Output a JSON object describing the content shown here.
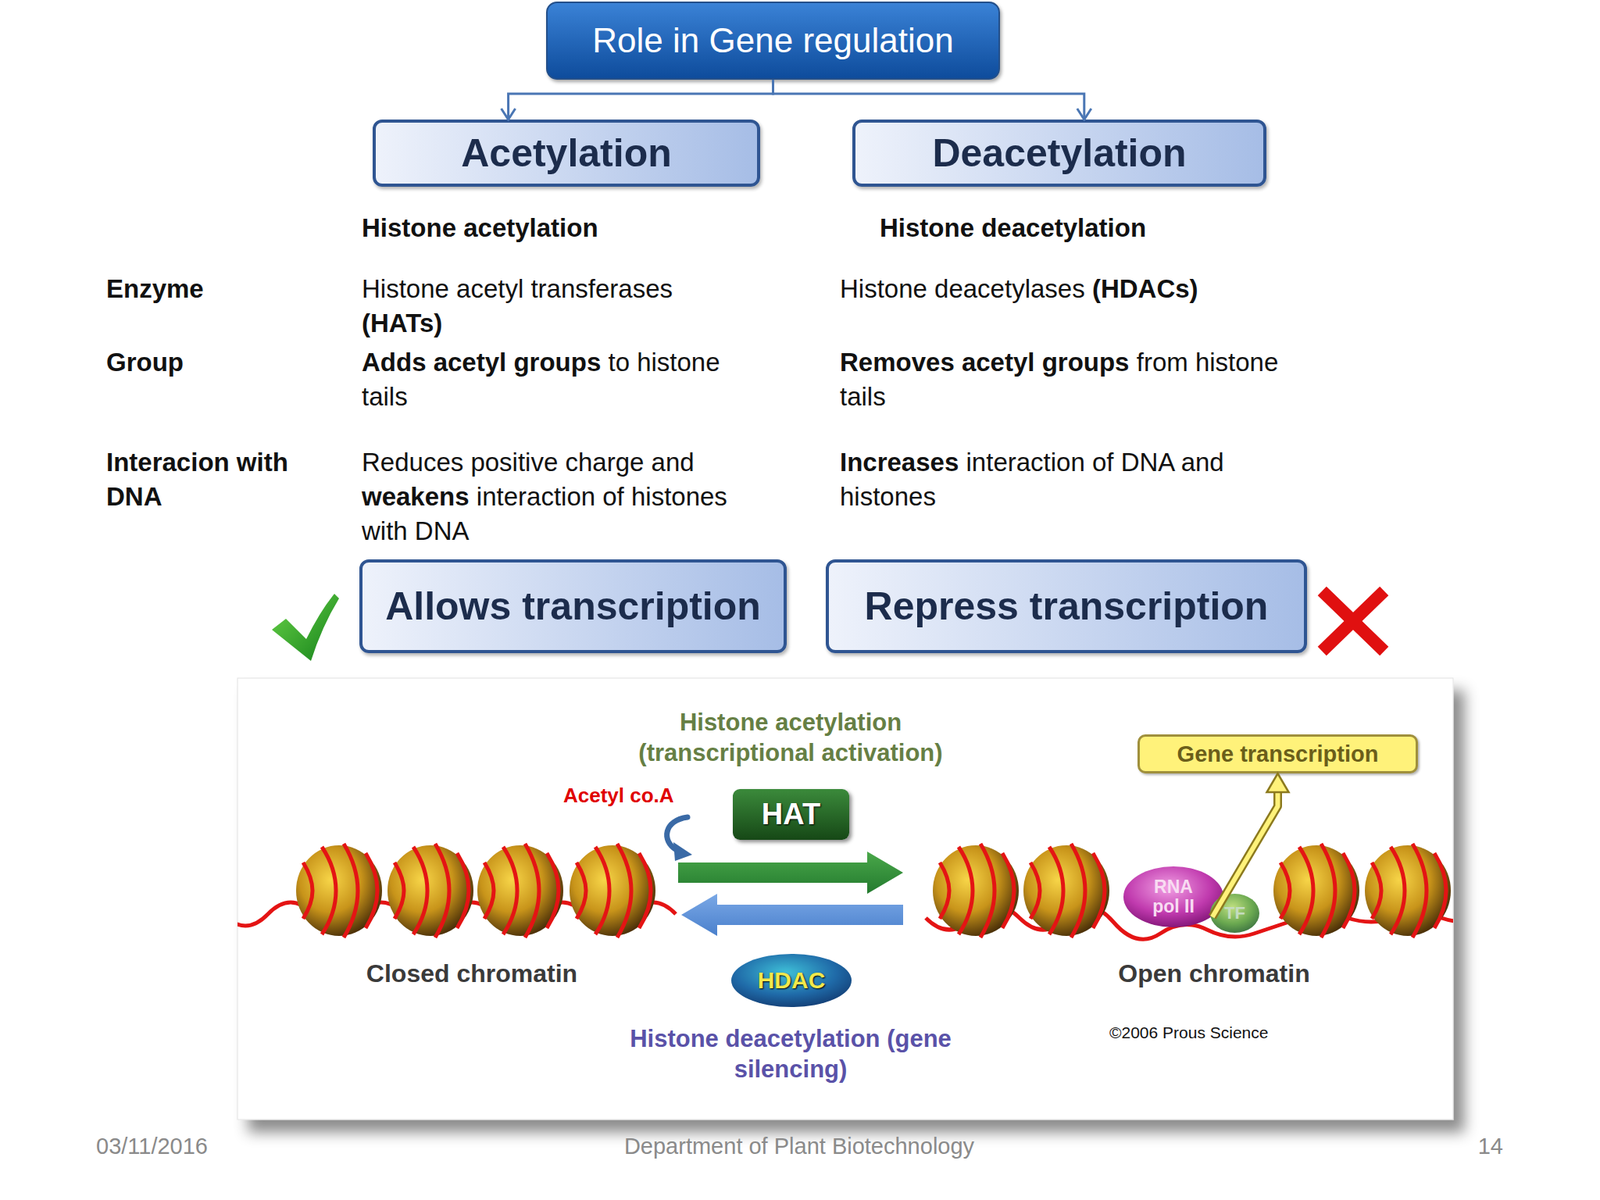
{
  "diagram": {
    "nodes": [
      {
        "text": [
          "Role in Gene regulation"
        ]
      },
      {
        "text": [
          "Acetylation"
        ]
      },
      {
        "text": [
          "Deacetylation"
        ]
      },
      {
        "text": [
          "Allows transcription"
        ]
      },
      {
        "text": [
          "Repress transcription"
        ]
      },
      {
        "text": [
          "HAT"
        ]
      },
      {
        "text": [
          "HDAC"
        ]
      },
      {
        "text": [
          "Gene transcription"
        ]
      },
      {
        "text": [
          "RNA pol II"
        ]
      },
      {
        "text": [
          "TF"
        ]
      }
    ],
    "edges": [
      {
        "from": 0,
        "to": 1,
        "arrow": "to"
      },
      {
        "from": 0,
        "to": 2,
        "arrow": "to"
      },
      {
        "from": 8,
        "to": 7,
        "arrow": "to"
      }
    ],
    "labels": [
      "Histone acetylation",
      "Histone deacetylation",
      "Enzyme",
      "Histone acetyl transferases",
      "(HATs)",
      "Histone deacetylases",
      "(HDACs)",
      "Group",
      "Adds acetyl groups",
      "to histone tails",
      "Removes acetyl groups",
      "from histone tails",
      "Interacion with DNA",
      "Reduces positive charge and",
      "weakens",
      "interaction of histones with DNA",
      "Increases",
      "interaction of DNA and histones",
      "Histone acetylation (transcriptional activation)",
      "Acetyl co.A",
      "Closed chromatin",
      "Open chromatin",
      "Histone deacetylation (gene silencing)",
      "©2006 Prous Science",
      "03/11/2016",
      "Department of Plant Biotechnology",
      "14"
    ]
  }
}
